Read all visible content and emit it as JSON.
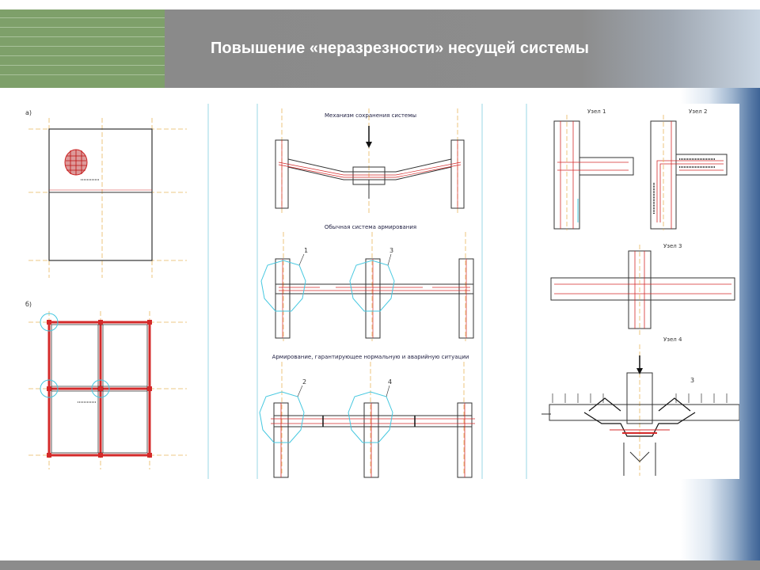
{
  "slide": {
    "title": "Повышение «неразрезности» несущей системы"
  },
  "panel_left": {
    "label_a": "а)",
    "label_b": "б)"
  },
  "panel_middle": {
    "caption_top": "Механизм сохранения системы",
    "caption_mid": "Обычная система армирования",
    "caption_bottom": "Армирование, гарантирующее нормальную и аварийную ситуации",
    "marker_1": "1",
    "marker_2": "2",
    "marker_3": "3",
    "marker_4": "4"
  },
  "panel_right": {
    "node_1": "Узел 1",
    "node_2": "Узел 2",
    "node_3": "Узел 3",
    "node_4": "Узел 4",
    "marker_3": "3"
  },
  "colors": {
    "title_bar": "#8c8c8c",
    "green_block": "#7ea06a",
    "accent_red": "#d42a2a",
    "accent_cyan": "#46c8e0",
    "gradient_blue": "#3f6496"
  }
}
